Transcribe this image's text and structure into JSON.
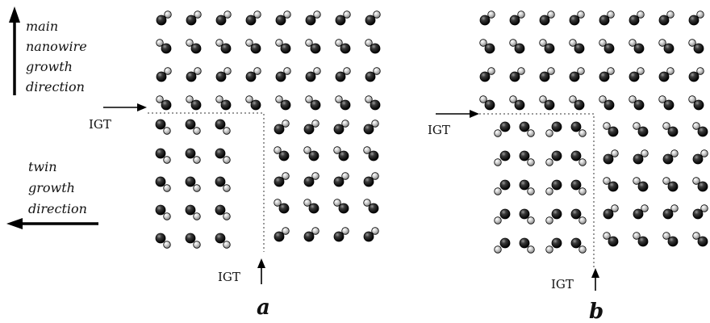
{
  "labels": {
    "main_direction": [
      "main",
      "nanowire",
      "growth",
      "direction"
    ],
    "twin_direction": [
      "twin",
      "growth",
      "direction"
    ],
    "igt": "IGT",
    "panel_a": "a",
    "panel_b": "b"
  },
  "colors": {
    "dark_atom": "#1a1a1a",
    "light_atom": "#c8c8c8",
    "boundary": "#9a9a9a",
    "arrow": "#000000"
  }
}
